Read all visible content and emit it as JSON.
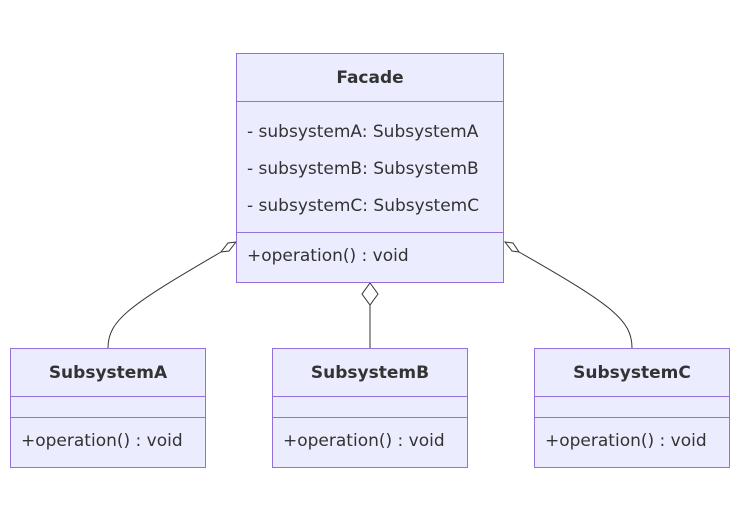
{
  "facade": {
    "name": "Facade",
    "attributes": [
      "- subsystemA: SubsystemA",
      "- subsystemB: SubsystemB",
      "- subsystemC: SubsystemC"
    ],
    "operations": [
      "+operation() : void"
    ]
  },
  "subsystems": [
    {
      "name": "SubsystemA",
      "operations": [
        "+operation() : void"
      ]
    },
    {
      "name": "SubsystemB",
      "operations": [
        "+operation() : void"
      ]
    },
    {
      "name": "SubsystemC",
      "operations": [
        "+operation() : void"
      ]
    }
  ],
  "relations": [
    {
      "from": "Facade",
      "to": "SubsystemA",
      "type": "aggregation"
    },
    {
      "from": "Facade",
      "to": "SubsystemB",
      "type": "aggregation"
    },
    {
      "from": "Facade",
      "to": "SubsystemC",
      "type": "aggregation"
    }
  ],
  "colors": {
    "fill": "#ECECFF",
    "stroke": "#9370DB",
    "line": "#333333"
  }
}
